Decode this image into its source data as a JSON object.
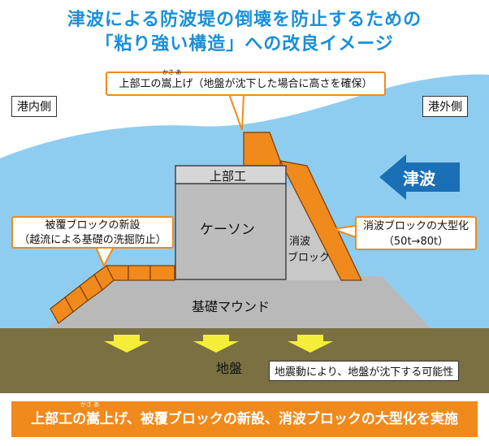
{
  "title": {
    "line1": "津波による防波堤の倒壊を防止するための",
    "line2": "「粘り強い構造」への改良イメージ"
  },
  "labels": {
    "harbor_inside": "港内側",
    "harbor_outside": "港外側",
    "tsunami": "津波",
    "superstructure": "上部工",
    "caisson": "ケーソン",
    "wave_block_line1": "消波",
    "wave_block_line2": "ブロック",
    "mound": "基礎マウンド",
    "ground": "地盤",
    "ground_note": "地震動により、地盤が沈下する可能性"
  },
  "callouts": {
    "raise": {
      "ruby": "かさ あ",
      "text": "上部工の嵩上げ（地盤が沈下した場合に高さを確保）"
    },
    "armor": {
      "line1": "被覆ブロックの新設",
      "line2": "（越流による基礎の洗掘防止）"
    },
    "enlarge": {
      "line1": "消波ブロックの大型化",
      "line2": "（50t→80t）"
    }
  },
  "summary": {
    "ruby": "かさ あ",
    "text": "上部工の嵩上げ、被覆ブロックの新設、消波ブロックの大型化を実施"
  },
  "colors": {
    "title": "#1a8fd8",
    "sky": "#8fcdf0",
    "orange": "#f08a1c",
    "caisson": "#bdbdbd",
    "mound": "#b7b7b7",
    "ground": "#7a7042",
    "arrow_yellow": "#f4ee3a",
    "tsunami_arrow": "#1a6fb5"
  }
}
